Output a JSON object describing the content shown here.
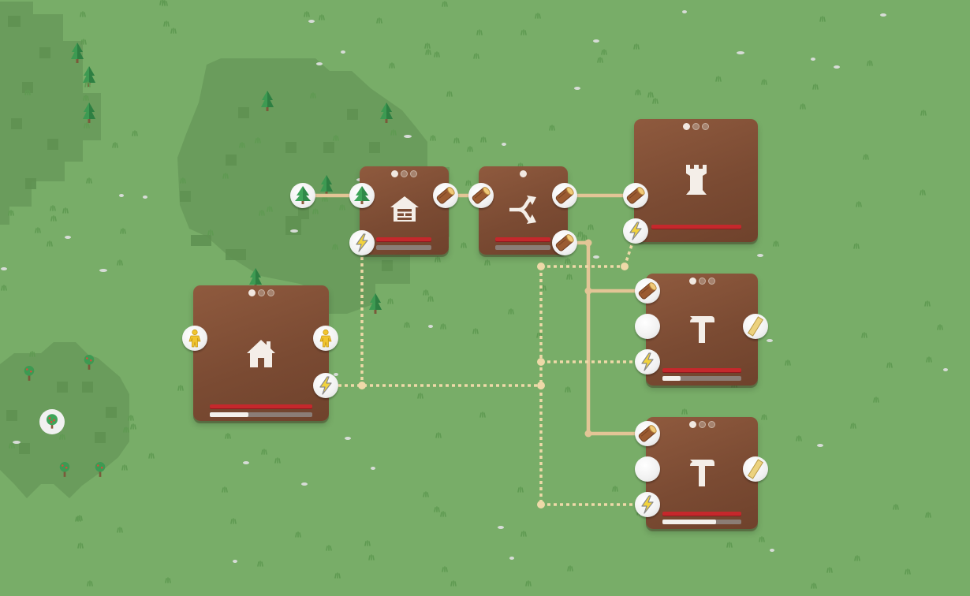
{
  "game": {
    "cards": [
      {
        "id": "lumber-camp",
        "building": "lumber-house-icon",
        "page_dots": 3,
        "active_dot": 0,
        "health": 1.0,
        "progress": 0.0
      },
      {
        "id": "splitter",
        "building": "splitter-arrows-icon",
        "page_dots": 1,
        "active_dot": 0,
        "health": 1.0,
        "progress": 0.0
      },
      {
        "id": "tower",
        "building": "tower-icon",
        "page_dots": 3,
        "active_dot": 0,
        "health": 1.0
      },
      {
        "id": "house",
        "building": "house-icon",
        "page_dots": 3,
        "active_dot": 0,
        "health": 1.0,
        "progress": 0.38
      },
      {
        "id": "workshop-1",
        "building": "hammer-icon",
        "page_dots": 3,
        "active_dot": 0,
        "health": 1.0,
        "progress": 0.23
      },
      {
        "id": "workshop-2",
        "building": "hammer-icon",
        "page_dots": 3,
        "active_dot": 0,
        "health": 1.0,
        "progress": 0.68
      }
    ],
    "ports": {
      "tree": "tree-icon",
      "log": "log-icon",
      "power": "lightning-icon",
      "worker": "worker-icon",
      "plank": "plank-icon",
      "empty": "empty-slot",
      "fruit_tree": "fruit-tree-icon"
    },
    "colors": {
      "grass": "#78ad68",
      "forest_shade": "#6a9c5c",
      "card_wood": "#7b4b33",
      "conveyor": "#e3c596",
      "power_line": "#eed9a8",
      "health_red": "#c5282c",
      "log_brown": "#9b5b31",
      "power_yellow": "#f3d33c"
    }
  }
}
